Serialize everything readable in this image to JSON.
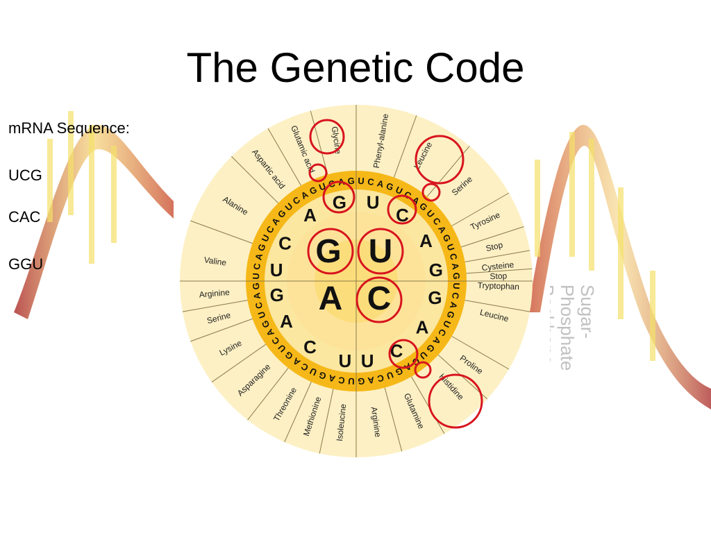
{
  "slide": {
    "title": "The Genetic Code"
  },
  "mrna": {
    "label": "mRNA Sequence:",
    "codons": [
      "UCG",
      "CAC",
      "GGU"
    ]
  },
  "backbone_label": [
    "Sugar-",
    "Phosphate",
    "Backbone"
  ],
  "wheel": {
    "center_letters": [
      "G",
      "U",
      "C",
      "A"
    ],
    "second_ring": {
      "G": [
        "G",
        "A",
        "C",
        "U"
      ],
      "U": [
        "U",
        "C",
        "A",
        "G"
      ],
      "C": [
        "G",
        "A",
        "C",
        "U"
      ],
      "A": [
        "U",
        "C",
        "A",
        "G"
      ]
    },
    "third_ring_letter_groups": {
      "G": [
        "UCAG",
        "UCAG",
        "UCAG",
        "UCAG"
      ],
      "U": [
        "UCAG",
        "UCAG",
        "UCAG",
        "UCAG"
      ],
      "C": [
        "UCAG",
        "UCAG",
        "UCAG",
        "UCAG"
      ],
      "A": [
        "UCAG",
        "UCAG",
        "UCAG",
        "UCAG"
      ]
    },
    "amino_acids": [
      "Phenyl-alanine",
      "Leucine",
      "Serine",
      "Tyrosine",
      "Stop",
      "Cysteine",
      "Stop",
      "Tryptophan",
      "Leucine",
      "Proline",
      "Histidine",
      "Glutamine",
      "Arginine",
      "Isoleucine",
      "Methionine",
      "Threonine",
      "Asparagine",
      "Lysine",
      "Serine",
      "Arginine",
      "Valine",
      "Alanine",
      "Aspartic acid",
      "Glutamic acid",
      "Glycine"
    ],
    "highlighted": [
      "G",
      "U",
      "C",
      "A",
      "G",
      "C",
      "Glycine",
      "Serine",
      "Histidine"
    ],
    "colors": {
      "outer": "#fdf0c4",
      "mid": "#fbe7a0",
      "third_band": "#f6b818",
      "inner": "#fde39a",
      "core": "#fbd867",
      "highlight": "#d8141e",
      "line": "#8a7a4a"
    }
  }
}
